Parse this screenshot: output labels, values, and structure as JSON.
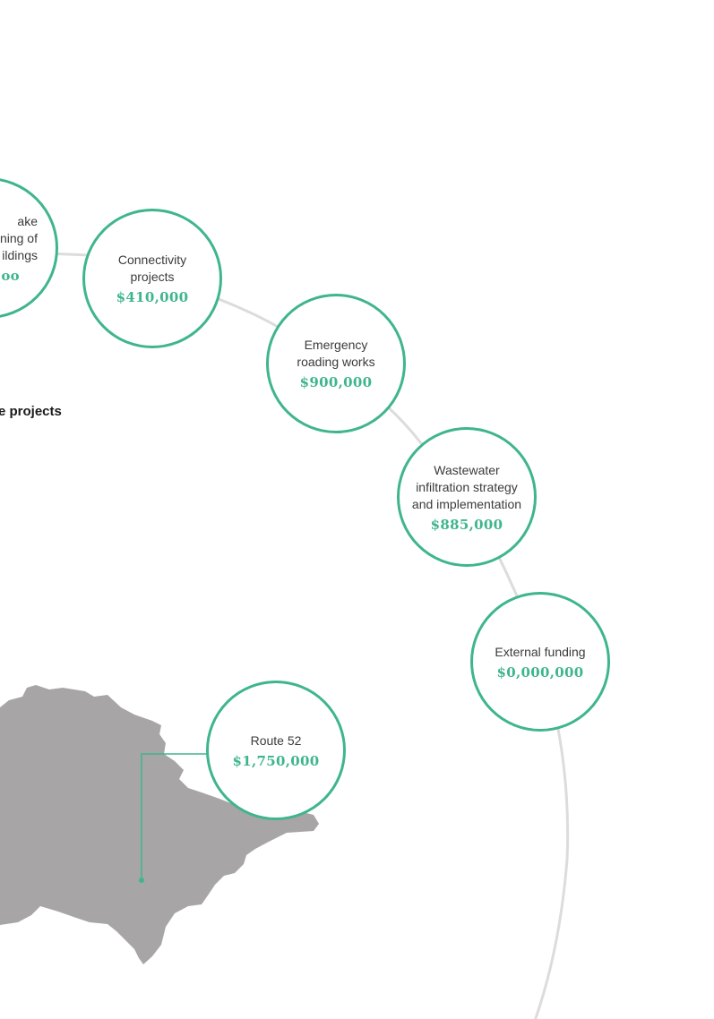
{
  "colors": {
    "accent": "#3fb58e",
    "arc": "#dcdcdc",
    "map": "#a7a5a6",
    "text": "#3b3b3b"
  },
  "heading": "e projects",
  "projects": [
    {
      "label": "ake\nning of\nildings",
      "amount": "oo"
    },
    {
      "label": "Connectivity\nprojects",
      "amount": "$410,000"
    },
    {
      "label": "Emergency\nroading works",
      "amount": "$900,000"
    },
    {
      "label": "Wastewater\ninfiltration strategy\nand implementation",
      "amount": "$885,000"
    },
    {
      "label": "External funding",
      "amount": "$0,000,000"
    }
  ],
  "route": {
    "label": "Route 52",
    "amount": "$1,750,000"
  }
}
